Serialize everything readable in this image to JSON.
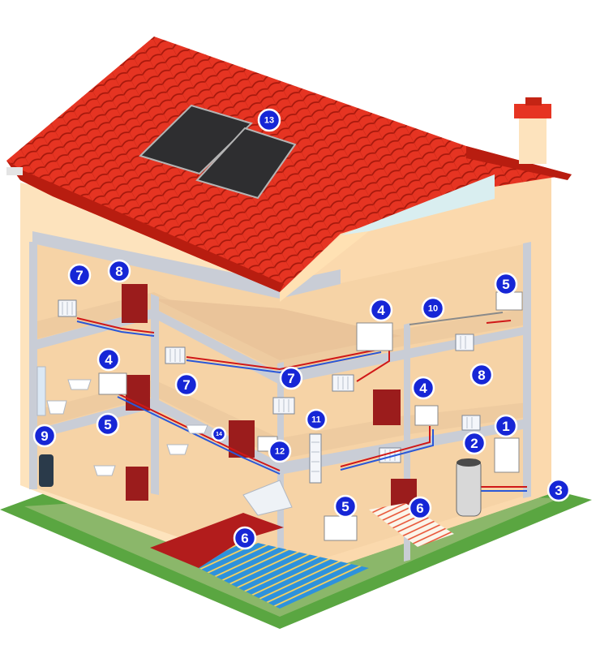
{
  "diagram": {
    "colors": {
      "roof": "#e63422",
      "wall": "#fde3bd",
      "floor": "#eecba0",
      "slab": "#c9cdd6",
      "ground": "#5aa641",
      "badge": "#1626d6",
      "door": "#9b1c1c",
      "pipe_hot": "#d01818",
      "pipe_cold": "#2a58d8",
      "underfloor_water": "#2a8fd8"
    },
    "markers": [
      {
        "label": "1",
        "icon": "wall-boiler"
      },
      {
        "label": "2",
        "icon": "hot-water-tank"
      },
      {
        "label": "3",
        "icon": "outdoor-sensor"
      },
      {
        "label": "4",
        "icon": "manifold-box"
      },
      {
        "label": "4",
        "icon": "manifold-box"
      },
      {
        "label": "4",
        "icon": "manifold-box"
      },
      {
        "label": "5",
        "icon": "distribution-manifold"
      },
      {
        "label": "5",
        "icon": "distribution-manifold"
      },
      {
        "label": "5",
        "icon": "distribution-manifold"
      },
      {
        "label": "6",
        "icon": "underfloor-heating"
      },
      {
        "label": "6",
        "icon": "underfloor-heating"
      },
      {
        "label": "7",
        "icon": "radiator"
      },
      {
        "label": "7",
        "icon": "radiator"
      },
      {
        "label": "7",
        "icon": "radiator"
      },
      {
        "label": "8",
        "icon": "thermostatic-valve"
      },
      {
        "label": "8",
        "icon": "thermostatic-valve"
      },
      {
        "label": "9",
        "icon": "electric-water-heater"
      },
      {
        "label": "10",
        "icon": "pipe-run"
      },
      {
        "label": "11",
        "icon": "towel-radiator"
      },
      {
        "label": "12",
        "icon": "shower"
      },
      {
        "label": "13",
        "icon": "solar-panel"
      },
      {
        "label": "14",
        "icon": "water-meter"
      }
    ]
  }
}
